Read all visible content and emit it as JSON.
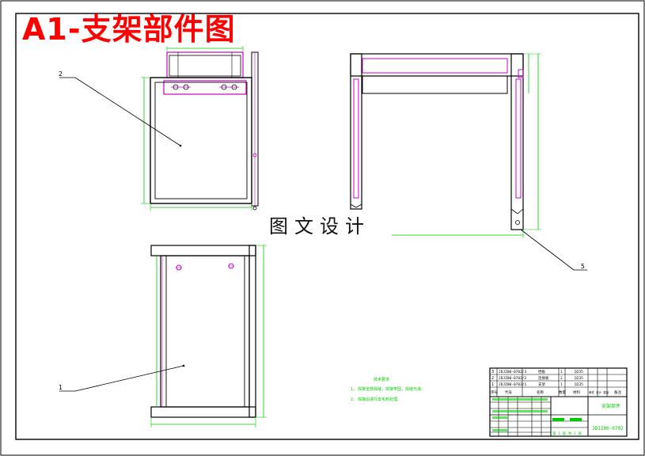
{
  "drawing_title": "A1-支架部件图",
  "watermark": "图文设计",
  "balloons": [
    "2",
    "5",
    "1"
  ],
  "notes": {
    "heading": "技术要求",
    "line1": "1. 焊接全部焊缝，焊接牢固，焊缝光滑。",
    "line2": "2. 焊接后进行去毛刺处理。"
  },
  "title_block": {
    "part_name": "支架部件",
    "drawing_no": "JDJZ00-0702",
    "scale_sheet": "第 1 张  共 1 张"
  },
  "bom": [
    {
      "no": "3",
      "code": "JDJZ00-0702/3",
      "name": "挡板",
      "qty": "1",
      "material": "Q235"
    },
    {
      "no": "2",
      "code": "JDJZ00-0702/2",
      "name": "连接板",
      "qty": "2",
      "material": "Q235"
    },
    {
      "no": "1",
      "code": "JDJZ00-0702/1",
      "name": "支架",
      "qty": "1",
      "material": "Q235"
    }
  ],
  "bom_headers": {
    "no": "序号",
    "code": "代号",
    "name": "名称",
    "qty": "数量",
    "material": "材料",
    "weight": "单件 总计 重量",
    "remark": "备注"
  },
  "colors": {
    "outline": "#000000",
    "magenta": "#cc00cc",
    "dimension": "#00cc00",
    "title": "#ff0000"
  }
}
